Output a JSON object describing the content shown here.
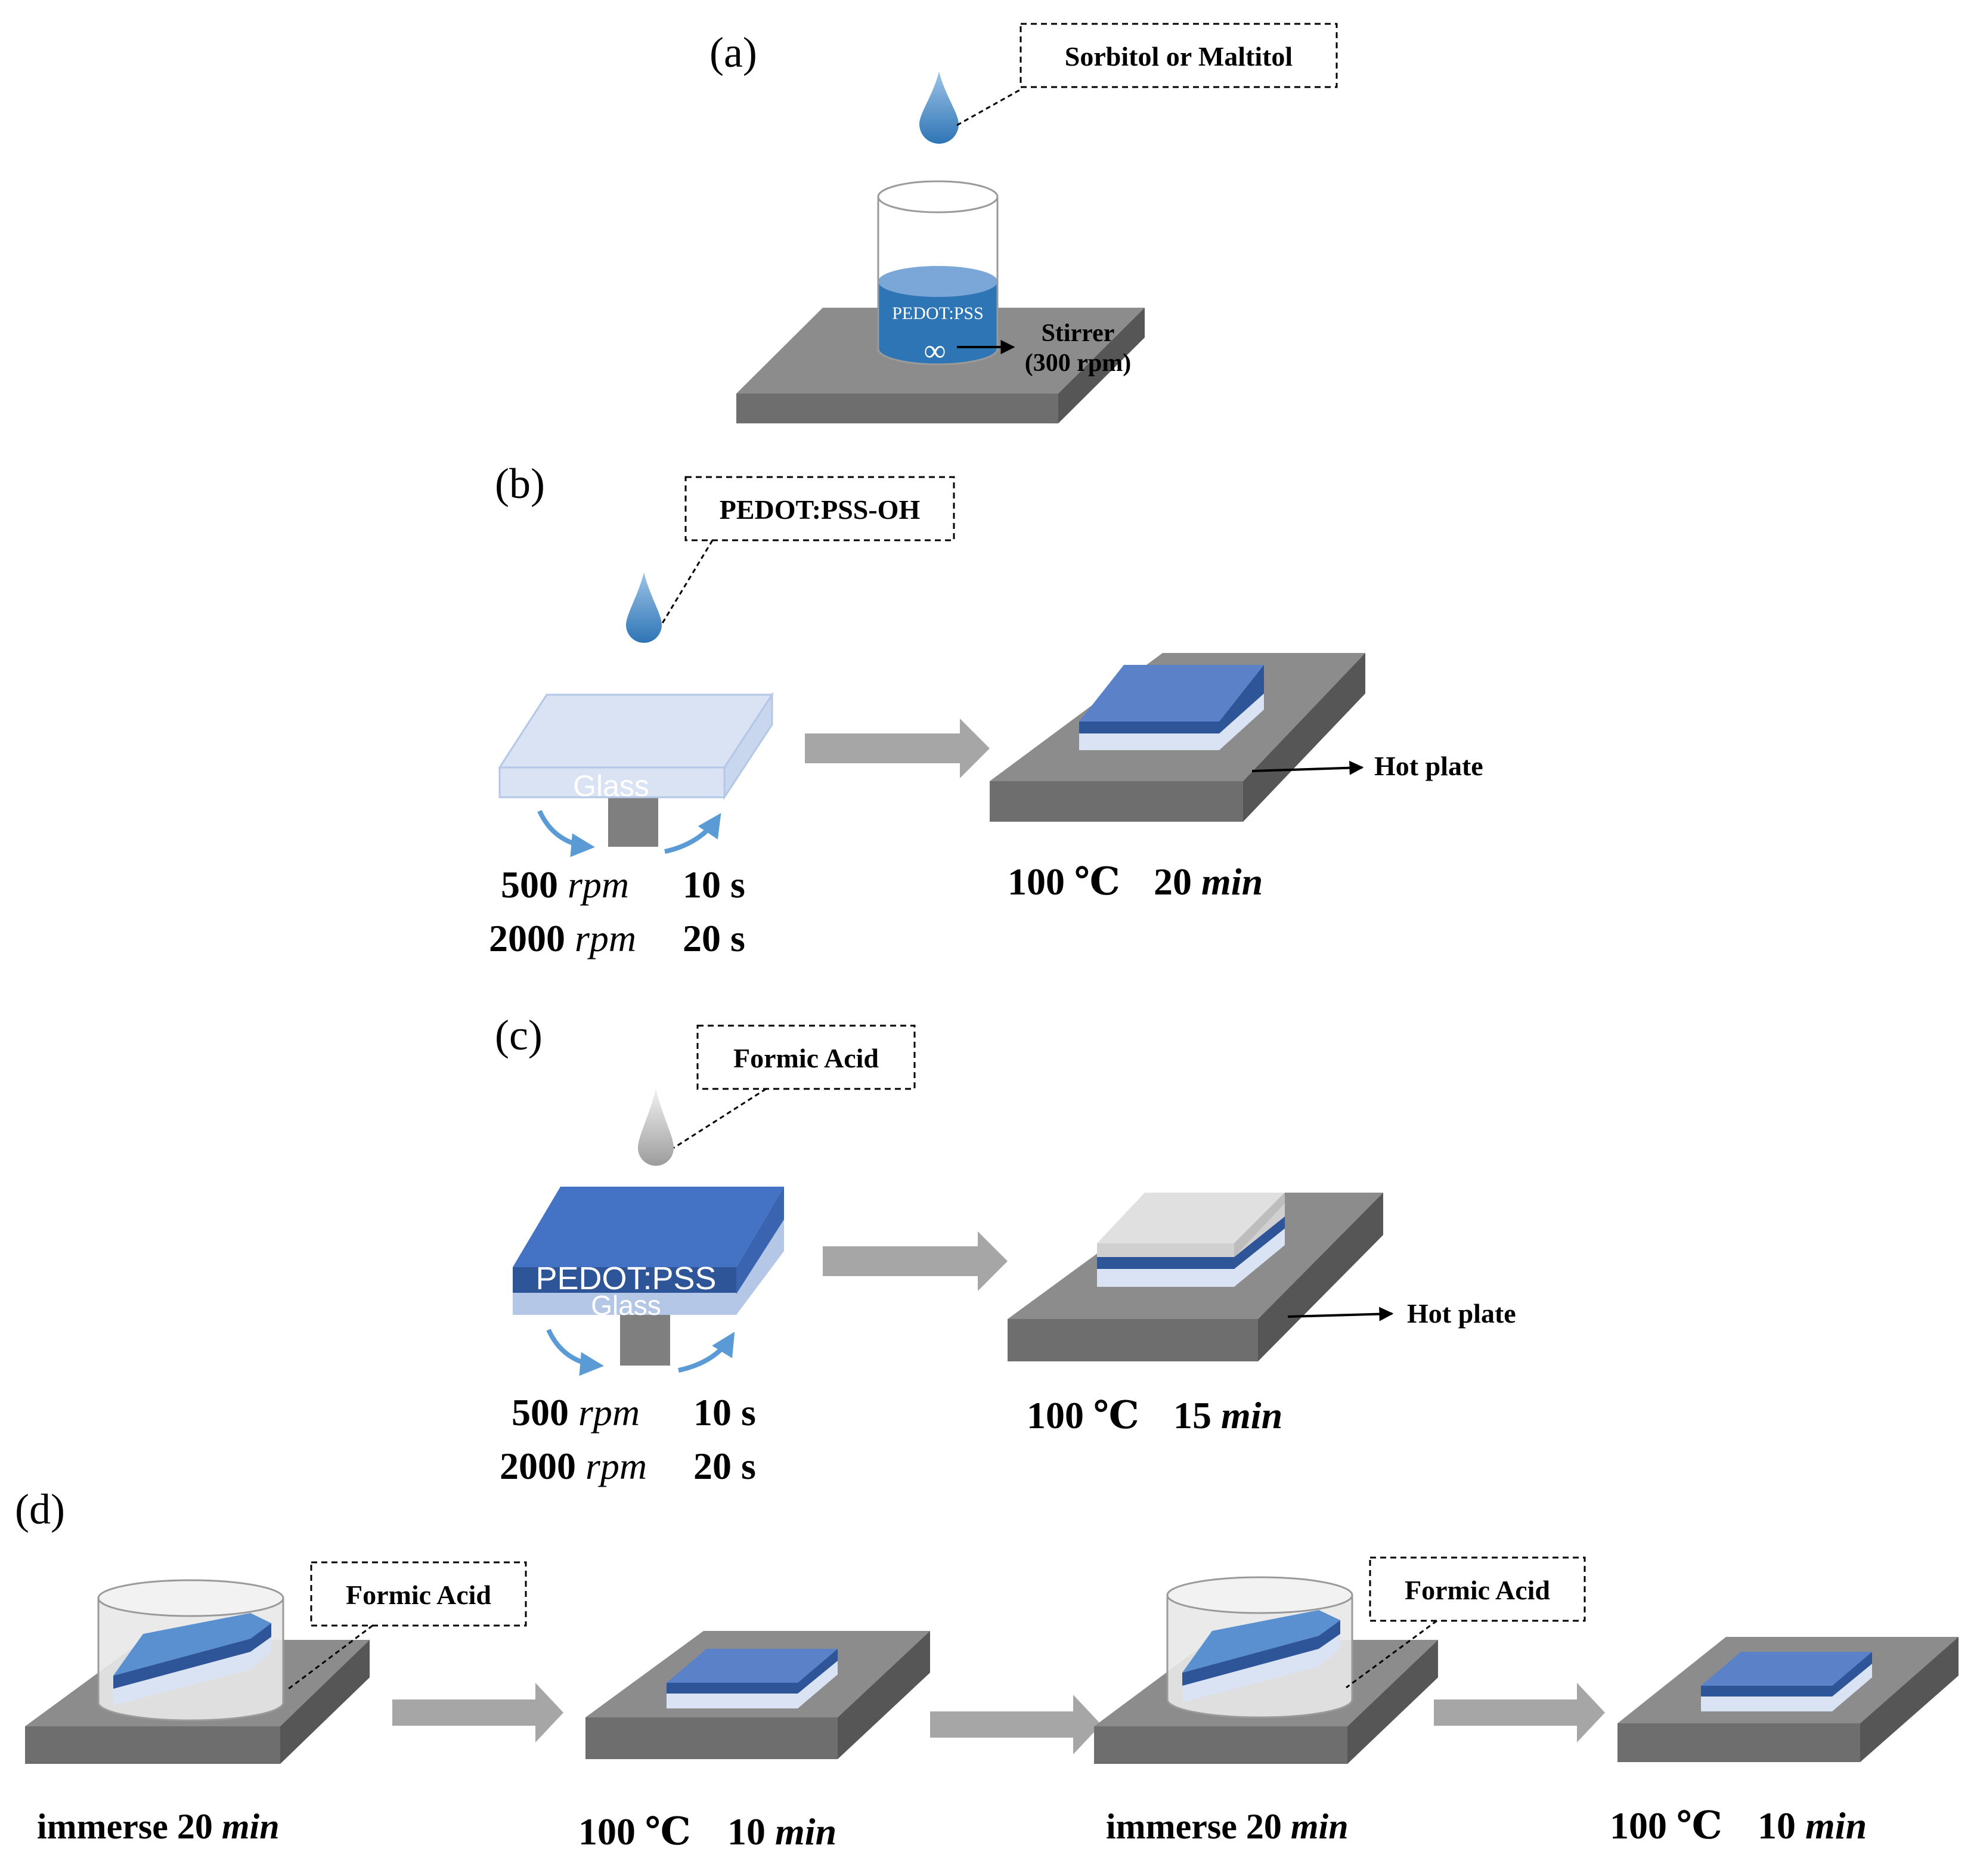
{
  "panels": {
    "a": {
      "label": "(a)",
      "additive_label": "Sorbitol or Maltitol",
      "solution_label": "PEDOT:PSS",
      "stir_symbol": "∞",
      "stirrer_label": "Stirrer",
      "stirrer_speed": "(300 rpm)"
    },
    "b": {
      "label": "(b)",
      "drop_label": "PEDOT:PSS-OH",
      "substrate_label": "Glass",
      "spin_step1_speed": "500",
      "spin_step1_unit": "rpm",
      "spin_step1_time": "10 s",
      "spin_step2_speed": "2000",
      "spin_step2_unit": "rpm",
      "spin_step2_time": "20 s",
      "hotplate_label": "Hot plate",
      "anneal_temp": "100 ℃",
      "anneal_time_value": "20",
      "anneal_time_unit": "min"
    },
    "c": {
      "label": "(c)",
      "drop_label": "Formic Acid",
      "film_label": "PEDOT:PSS",
      "substrate_label": "Glass",
      "spin_step1_speed": "500",
      "spin_step1_unit": "rpm",
      "spin_step1_time": "10 s",
      "spin_step2_speed": "2000",
      "spin_step2_unit": "rpm",
      "spin_step2_time": "20 s",
      "hotplate_label": "Hot plate",
      "anneal_temp": "100 ℃",
      "anneal_time_value": "15",
      "anneal_time_unit": "min"
    },
    "d": {
      "label": "(d)",
      "bath1_label": "Formic Acid",
      "step1_text": "immerse 20",
      "step1_unit": "min",
      "step2_temp": "100 ℃",
      "step2_time_value": "10",
      "step2_time_unit": "min",
      "bath2_label": "Formic Acid",
      "step3_text": "immerse 20",
      "step3_unit": "min",
      "step4_temp": "100 ℃",
      "step4_time_value": "10",
      "step4_time_unit": "min"
    }
  },
  "colors": {
    "plate_top": "#8c8c8c",
    "plate_front": "#6e6e6e",
    "plate_side": "#565656",
    "film_blue": "#4472c4",
    "film_blue_dark": "#2e5597",
    "film_blue_mid": "#5b82c8",
    "glass": "#dae3f3",
    "glass_edge": "#b4c7e7",
    "liquid": "#2e75b6",
    "arrow_gray": "#a6a6a6",
    "curve_blue": "#5b9bd5"
  }
}
